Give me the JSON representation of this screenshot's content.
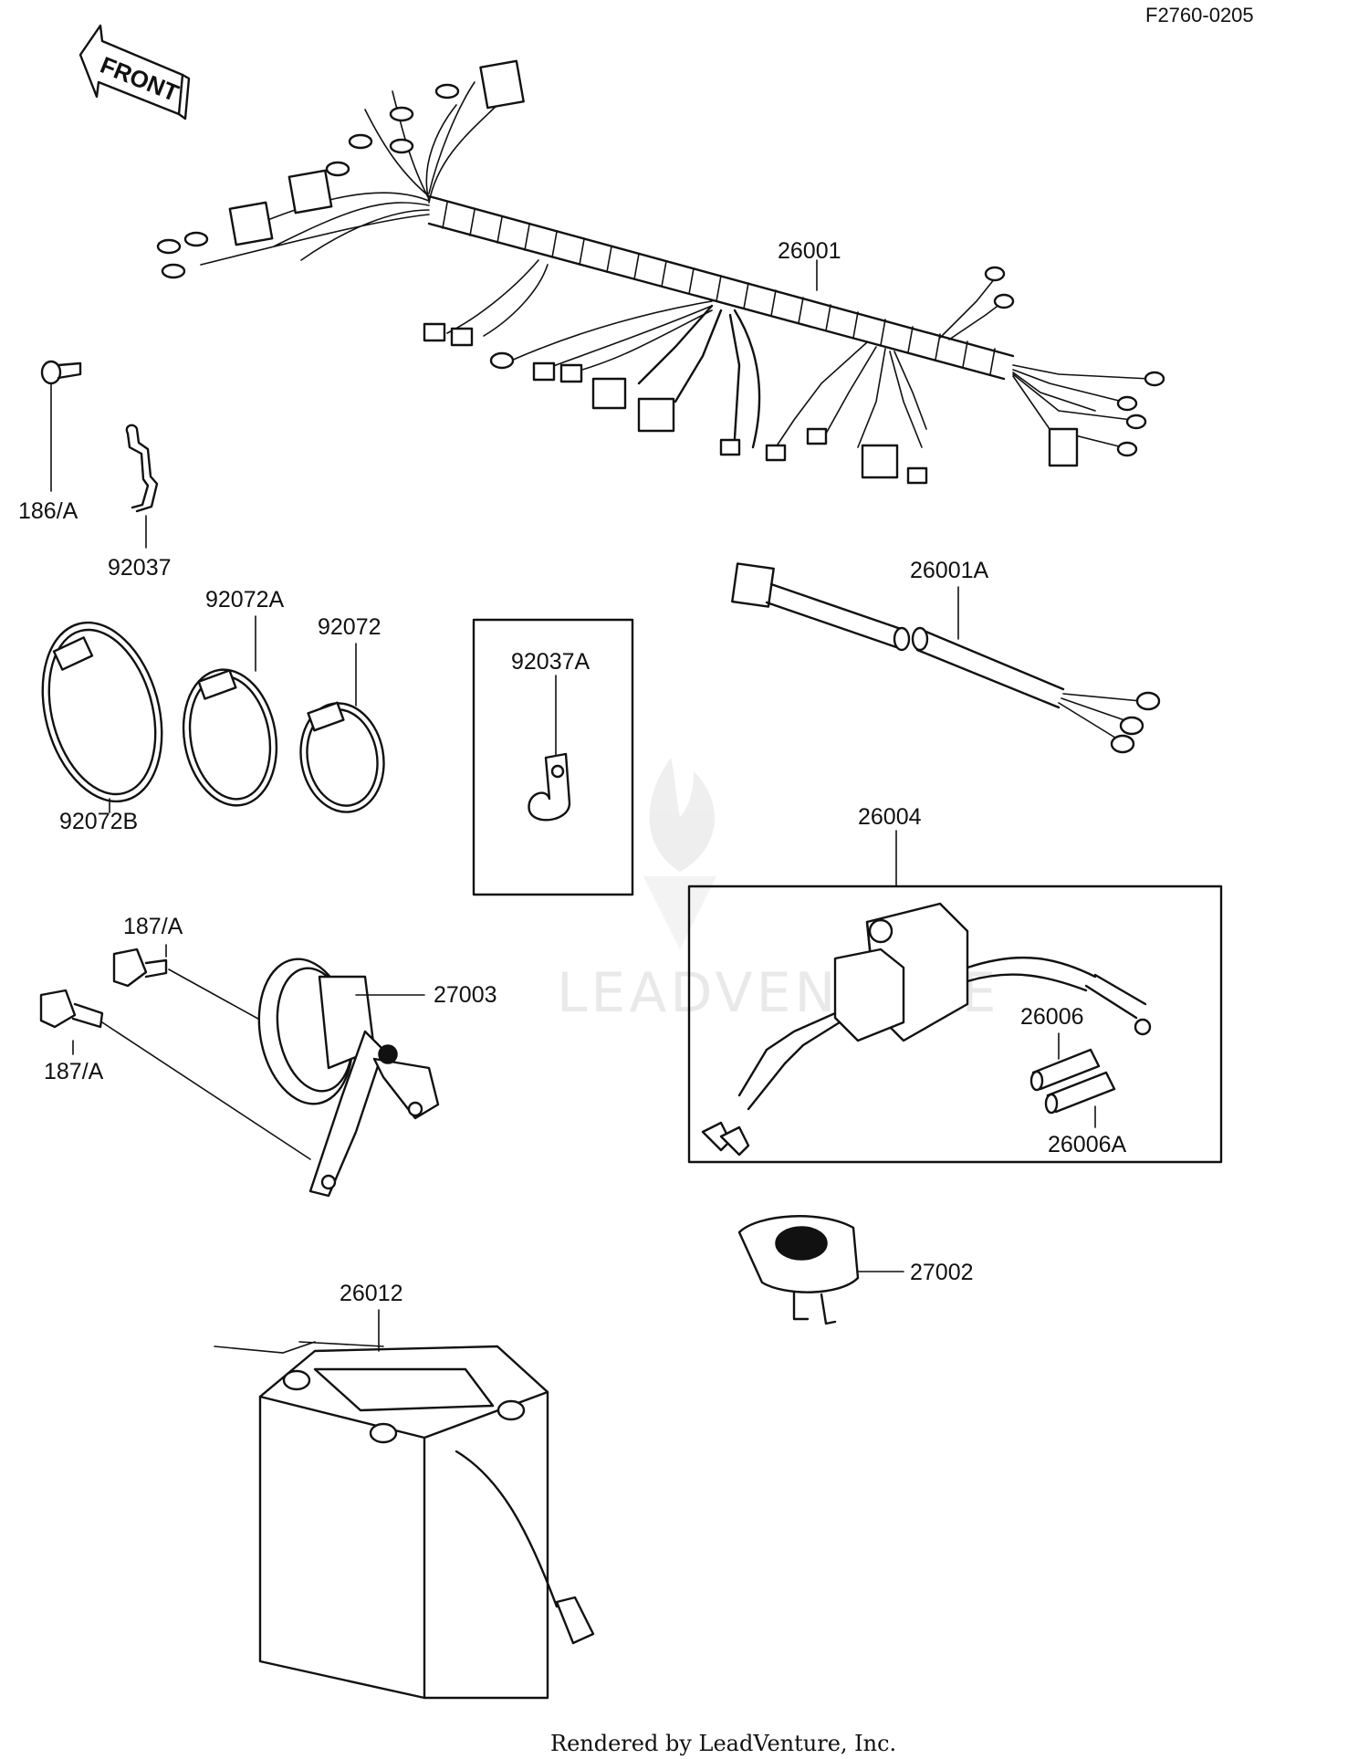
{
  "diagram_code": "F2760-0205",
  "front_label": "FRONT",
  "footer": "Rendered by LeadVenture, Inc.",
  "watermark": "LEADVENTURE",
  "parts": [
    {
      "id": "wiring-harness",
      "number": "26001"
    },
    {
      "id": "screw",
      "number": "186/A"
    },
    {
      "id": "wire-clip",
      "number": "92037"
    },
    {
      "id": "harness-band-a",
      "number": "92072A"
    },
    {
      "id": "harness-band",
      "number": "92072"
    },
    {
      "id": "harness-band-b",
      "number": "92072B"
    },
    {
      "id": "wire-clamp",
      "number": "92037A"
    },
    {
      "id": "sub-harness",
      "number": "26001A"
    },
    {
      "id": "relay-assembly",
      "number": "26004"
    },
    {
      "id": "fuse",
      "number": "26006"
    },
    {
      "id": "fuse-a",
      "number": "26006A"
    },
    {
      "id": "bolt-upper",
      "number": "187/A"
    },
    {
      "id": "horn",
      "number": "27003"
    },
    {
      "id": "bolt-lower",
      "number": "187/A"
    },
    {
      "id": "flasher-relay",
      "number": "27002"
    },
    {
      "id": "battery",
      "number": "26012"
    }
  ]
}
